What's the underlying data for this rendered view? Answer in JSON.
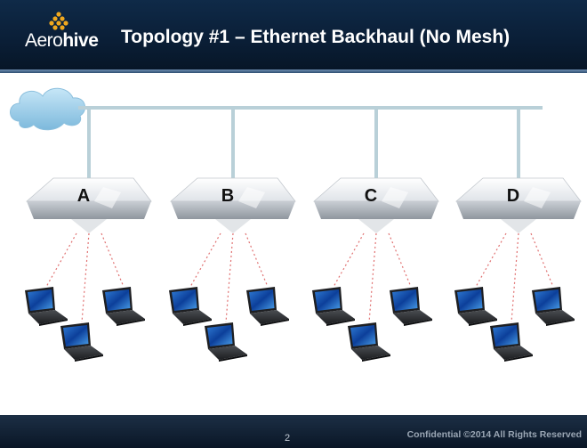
{
  "header": {
    "logo_light": "Aero",
    "logo_bold": "hive",
    "title": "Topology #1 – Ethernet Backhaul (No Mesh)"
  },
  "diagram": {
    "backhaul": "ethernet",
    "access_points": [
      {
        "label": "A",
        "clients": 3
      },
      {
        "label": "B",
        "clients": 3
      },
      {
        "label": "C",
        "clients": 3
      },
      {
        "label": "D",
        "clients": 3
      }
    ]
  },
  "footer": {
    "page_number": "2",
    "confidential": "Confidential  ©2014 All Rights Reserved"
  },
  "colors": {
    "header": "#0f2a48",
    "backhaul_line": "#b9d0d8",
    "wireless_link": "#e07070",
    "cloud": "#a6d2ec",
    "logo_dots": "#f0a81e"
  }
}
